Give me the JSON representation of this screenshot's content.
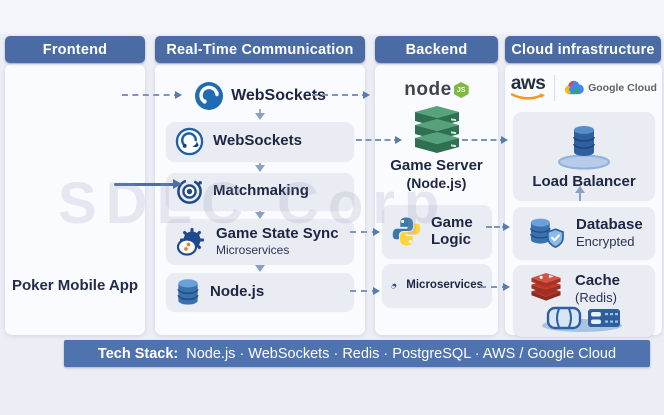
{
  "watermark": "SDLC Corp",
  "frontend": {
    "header": "Frontend",
    "app_label": "Poker Mobile App"
  },
  "rtc": {
    "header": "Real-Time Communication",
    "items": [
      {
        "label": "WebSockets",
        "icon": "websockets-logo"
      },
      {
        "label": "WebSockets",
        "icon": "websockets-badge"
      },
      {
        "label": "Matchmaking",
        "icon": "matchmaking-target"
      },
      {
        "label": "Game State Sync",
        "sublabel": "Microservices",
        "icon": "gear"
      },
      {
        "label": "Node.js",
        "icon": "database-cylinder"
      }
    ]
  },
  "backend": {
    "header": "Backend",
    "nodejs_logo": {
      "word": "node",
      "badge": "JS"
    },
    "items": [
      {
        "label": "Game Server",
        "sublabel": "(Node.js)",
        "icon": "server-stack"
      },
      {
        "label": "Game Logic",
        "icon": "python-logo"
      },
      {
        "label": "Microservices",
        "icon": "gear"
      }
    ]
  },
  "cloud": {
    "header": "Cloud infrastructure",
    "providers": {
      "aws": "aws",
      "google": "Google Cloud"
    },
    "items": [
      {
        "label": "Load Balancer",
        "icon": "load-balancer"
      },
      {
        "label": "Database",
        "sublabel": "Encrypted",
        "icon": "database-shield"
      },
      {
        "label": "Cache",
        "sublabel": "(Redis)",
        "icon": "redis-logo"
      }
    ]
  },
  "techbar": {
    "label": "Tech Stack:",
    "stack": "Node.js · WebSockets · Redis · PostgreSQL · AWS / Google Cloud"
  },
  "colors": {
    "header_bg": "#4a6ba4",
    "techbar_bg": "#4f73ae",
    "panel_bg": "#fafbfe",
    "card_bg": "#e9ecf3",
    "arrow": "#5b7ab0",
    "text": "#1d2642"
  }
}
